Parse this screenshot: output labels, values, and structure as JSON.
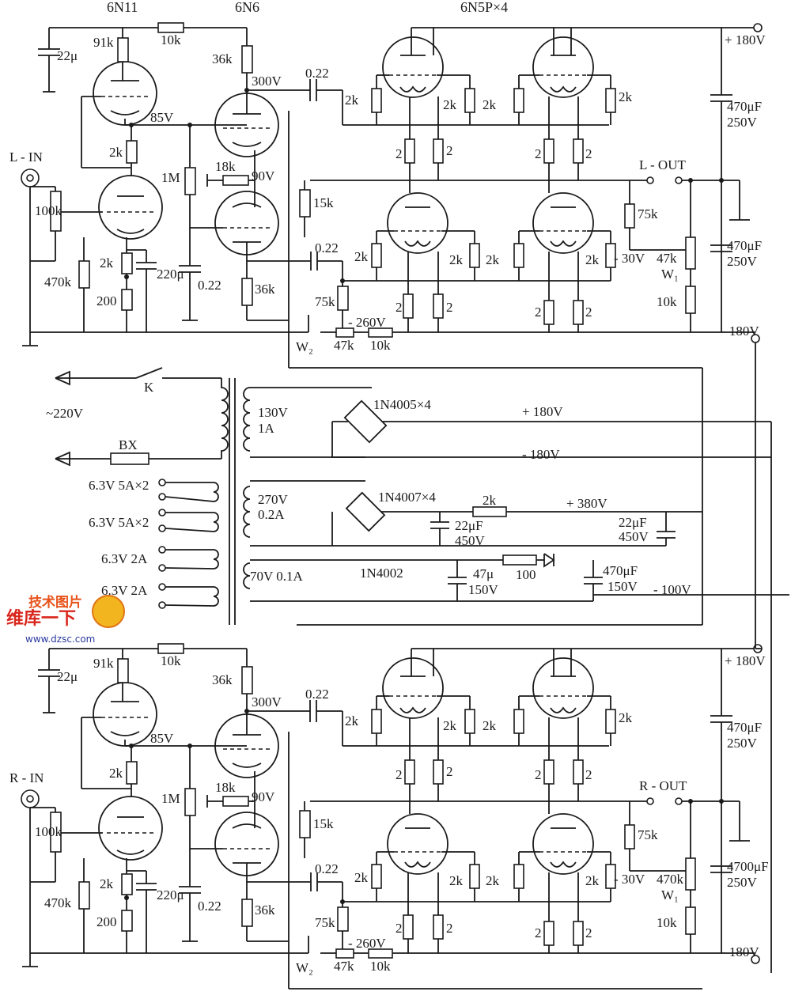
{
  "tubes": {
    "t1": "6N11",
    "t2": "6N6",
    "t3": "6N5P×4"
  },
  "left": {
    "in": "L - IN",
    "out": "L - OUT",
    "r91": "91k",
    "r10a": "10k",
    "c22": "22μ",
    "r36a": "36k",
    "v300": "300V",
    "c022a": "0.22",
    "v85": "85V",
    "r2ka": "2k",
    "r1m": "1M",
    "r18": "18k",
    "v90": "90V",
    "r15": "15k",
    "r100": "100k",
    "r470": "470k",
    "r2kb": "2k",
    "c220": "220μ",
    "c022b": "0.22",
    "r200": "200",
    "r36b": "36k",
    "c022c": "0.22",
    "r75a": "75k",
    "v260": "- 260V",
    "r47": "47k",
    "r10b": "10k",
    "w2": "W₂",
    "g2k": "2k",
    "s2": "2",
    "r75b": "75k",
    "v30": "- 30V",
    "w1val": "47k",
    "w1": "W₁",
    "r10c": "10k",
    "p180": "+ 180V",
    "n180": "- 180V",
    "cap1": "470μF",
    "cap1v": "250V",
    "cap2": "470μF",
    "cap2v": "250V"
  },
  "psu": {
    "k": "K",
    "mains": "~220V",
    "bx": "BX",
    "h1": "6.3V 5A×2",
    "h2": "6.3V 5A×2",
    "h3": "6.3V 2A",
    "h4": "6.3V 2A",
    "s1a": "130V",
    "s1b": "1A",
    "br1": "1N4005×4",
    "p180": "+ 180V",
    "n180": "- 180V",
    "s2a": "270V",
    "s2b": "0.2A",
    "br2": "1N4007×4",
    "r2k": "2k",
    "p380": "+ 380V",
    "c1": "22μF",
    "c1v": "450V",
    "c2": "22μF",
    "c2v": "450V",
    "s3": "70V 0.1A",
    "d": "1N4002",
    "c3": "47μ",
    "c3v": "150V",
    "r100": "100",
    "c4": "470μF",
    "c4v": "150V",
    "n100": "- 100V"
  },
  "right": {
    "in": "R - IN",
    "out": "R - OUT",
    "r91": "91k",
    "r10a": "10k",
    "c22": "22μ",
    "r36a": "36k",
    "v300": "300V",
    "c022a": "0.22",
    "v85": "85V",
    "r2ka": "2k",
    "r1m": "1M",
    "r18": "18k",
    "v90": "90V",
    "r15": "15k",
    "r100": "100k",
    "r470": "470k",
    "r2kb": "2k",
    "c220": "220μ",
    "c022b": "0.22",
    "r200": "200",
    "r36b": "36k",
    "c022c": "0.22",
    "r75a": "75k",
    "v260": "- 260V",
    "r47": "47k",
    "r10b": "10k",
    "w2": "W₂",
    "g2k": "2k",
    "s2": "2",
    "r75b": "75k",
    "v30": "- 30V",
    "w1val": "470k",
    "w1": "W₁",
    "r10c": "10k",
    "p180": "+ 180V",
    "n180": "- 180V",
    "cap1": "470μF",
    "cap1v": "250V",
    "cap2": "4700μF",
    "cap2v": "250V"
  },
  "watermark": {
    "line1": "技术图片",
    "line2": "维库一下",
    "url": "www.dzsc.com"
  }
}
